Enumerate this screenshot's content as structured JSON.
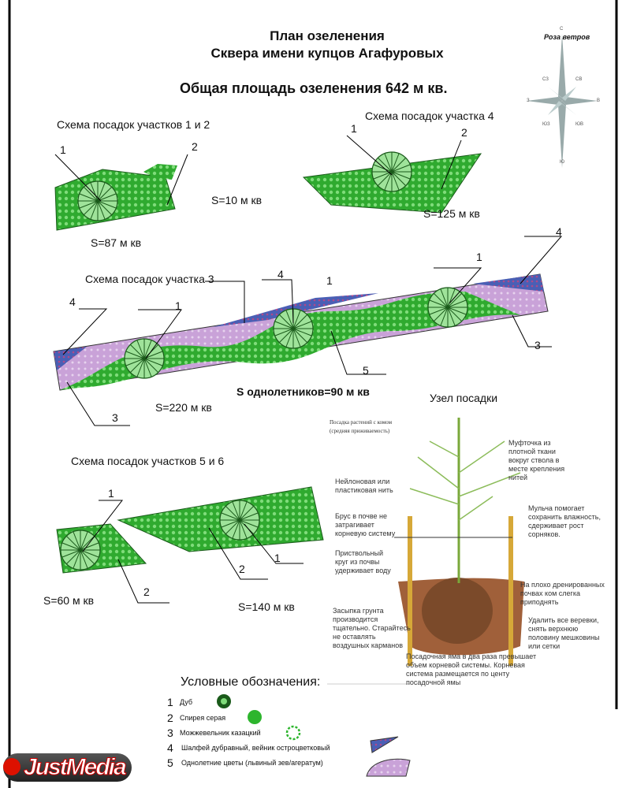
{
  "title": {
    "line1": "План озеленения",
    "line2": "Сквера имени купцов Агафуровых",
    "total": "Общая площадь озеленения 642 м кв."
  },
  "wind_rose": {
    "title": "Роза ветров",
    "dirs": [
      "С",
      "СВ",
      "В",
      "ЮВ",
      "Ю",
      "ЮЗ",
      "З",
      "СЗ"
    ]
  },
  "plot12": {
    "title": "Схема посадок участков 1 и 2",
    "area_a": "S=87 м кв",
    "area_b": "S=10 м кв",
    "labels": [
      "1",
      "2"
    ]
  },
  "plot4": {
    "title": "Схема посадок участка 4",
    "area": "S=125 м кв",
    "labels": [
      "1",
      "2"
    ]
  },
  "plot3": {
    "title": "Схема посадок участка 3",
    "area": "S=220 м кв",
    "annual_area": "S однолетников=90 м кв",
    "labels": [
      "4",
      "1",
      "4",
      "1",
      "1",
      "4",
      "3",
      "5",
      "3"
    ]
  },
  "plot56": {
    "title": "Схема посадок участков 5 и 6",
    "area_a": "S=60 м кв",
    "area_b": "S=140 м кв",
    "labels": [
      "1",
      "2",
      "2",
      "1"
    ]
  },
  "planting": {
    "title": "Узел посадки",
    "caption": "Посадка растений с комом (средняя приживаемость)",
    "notes": [
      "Муфточка из плотной ткани вокруг ствола в месте крепления нитей",
      "Нейлоновая или пластиковая нить",
      "Брус в почве не затрагивает корневую систему",
      "Мульча помогает сохранить влажность, сдерживает рост сорняков.",
      "Приствольный круг из почвы удерживает воду",
      "На плохо дренированных почвах ком слегка приподнять",
      "Засыпка грунта производится тщательно. Старайтесь не оставлять воздушных карманов",
      "Удалить все веревки, снять верхнюю половину мешковины или сетки",
      "Посадочная яма в два раза превышает объем корневой системы. Корневая система размещается по центу посадочной ямы"
    ]
  },
  "legend": {
    "title": "Условные обозначения:",
    "items": [
      {
        "n": "1",
        "label": "Дуб"
      },
      {
        "n": "2",
        "label": "Спирея серая"
      },
      {
        "n": "3",
        "label": "Можжевельник казацкий"
      },
      {
        "n": "4",
        "label": "Шалфей дубравный, вейник остроцветковый"
      },
      {
        "n": "5",
        "label": "Однолетние цветы (львиный зев/агератум)"
      }
    ]
  },
  "logo": "JustMedia",
  "colors": {
    "green": "#2db52d",
    "lightgreen": "#9fe39a",
    "purple": "#c9a2d8",
    "blue": "#4a5fb5",
    "soil": "#a0603a"
  }
}
